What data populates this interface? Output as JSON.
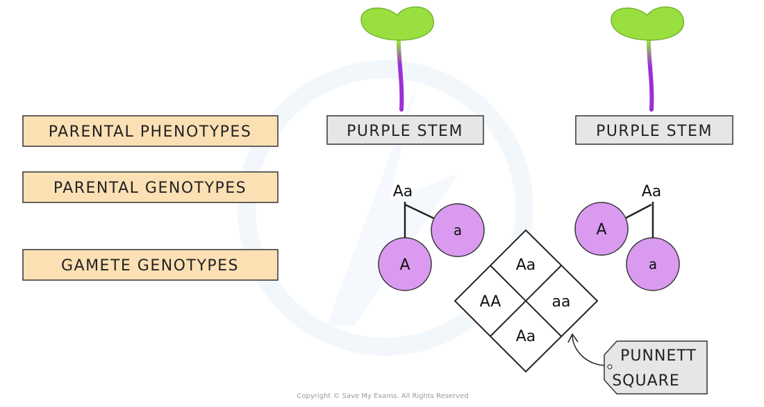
{
  "labels": {
    "parental_phenotypes": "PARENTAL PHENOTYPES",
    "parental_genotypes": "PARENTAL GENOTYPES",
    "gamete_genotypes": "GAMETE GENOTYPES"
  },
  "parents": [
    {
      "phenotype": "PURPLE STEM",
      "genotype": "Aa",
      "gametes": [
        "A",
        "a"
      ]
    },
    {
      "phenotype": "PURPLE STEM",
      "genotype": "Aa",
      "gametes": [
        "A",
        "a"
      ]
    }
  ],
  "punnett": {
    "top": "Aa",
    "left": "AA",
    "right": "aa",
    "bottom": "Aa",
    "callout": [
      "PUNNETT",
      "SQUARE"
    ]
  },
  "copyright": "Copyright © Save My Exams. All Rights Reserved",
  "colors": {
    "label_fill": "#fbe0b4",
    "phenotype_fill": "#e6e6e6",
    "gamete_fill": "#d99af0",
    "leaf_green": "#98df3f",
    "stem_purple": "#9b2fd9",
    "watermark": "#e9f1fa"
  }
}
